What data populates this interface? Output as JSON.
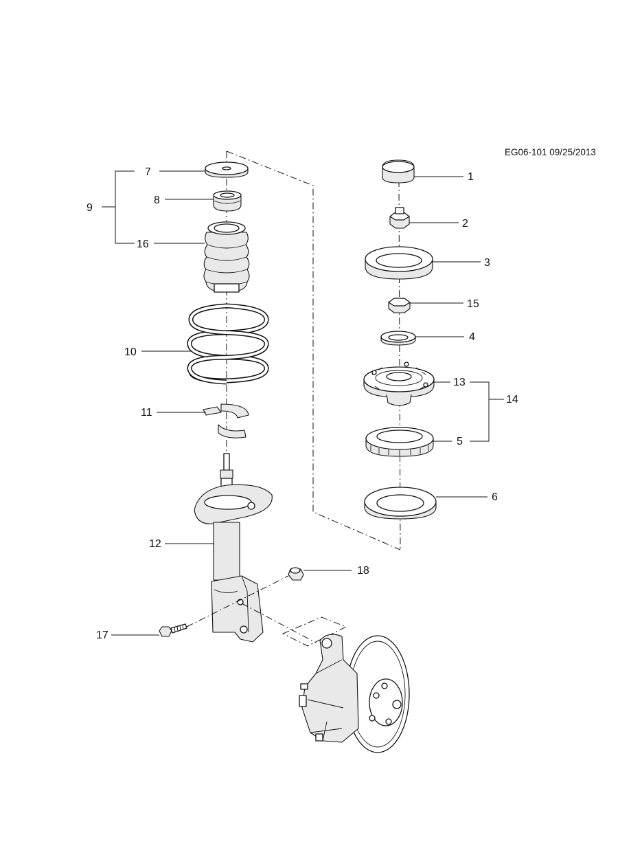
{
  "diagram_code": "EG06-101 09/25/2013",
  "callouts": [
    {
      "id": "1",
      "label": "1"
    },
    {
      "id": "2",
      "label": "2"
    },
    {
      "id": "3",
      "label": "3"
    },
    {
      "id": "15",
      "label": "15"
    },
    {
      "id": "4",
      "label": "4"
    },
    {
      "id": "13",
      "label": "13"
    },
    {
      "id": "14",
      "label": "14"
    },
    {
      "id": "5",
      "label": "5"
    },
    {
      "id": "6",
      "label": "6"
    },
    {
      "id": "7",
      "label": "7"
    },
    {
      "id": "8",
      "label": "8"
    },
    {
      "id": "9",
      "label": "9"
    },
    {
      "id": "16",
      "label": "16"
    },
    {
      "id": "10",
      "label": "10"
    },
    {
      "id": "11",
      "label": "11"
    },
    {
      "id": "12",
      "label": "12"
    },
    {
      "id": "18",
      "label": "18"
    },
    {
      "id": "17",
      "label": "17"
    }
  ]
}
